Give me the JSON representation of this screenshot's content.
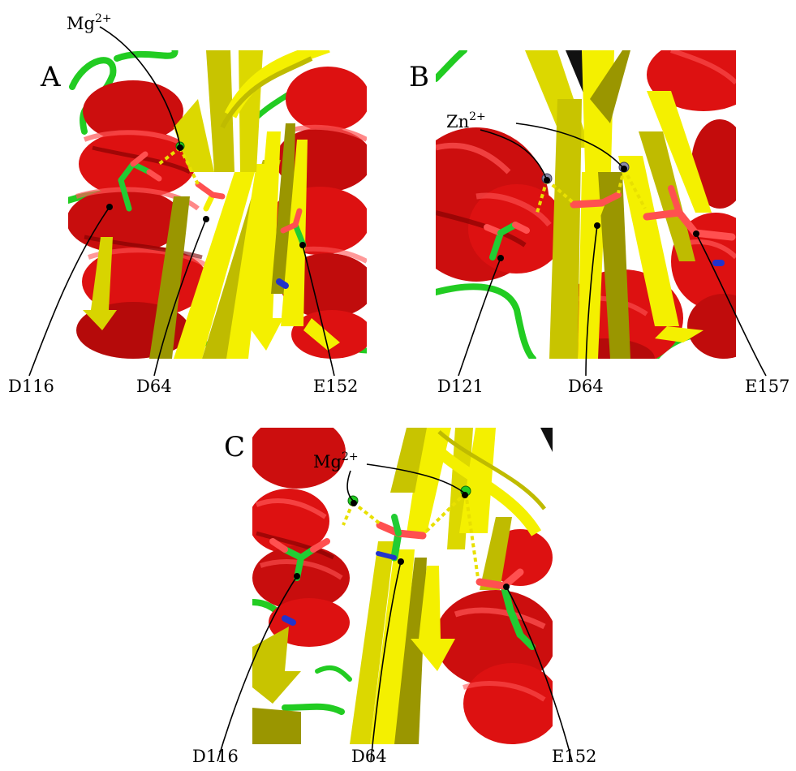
{
  "colors": {
    "helix": "#dd1111",
    "helix_dark": "#8a0000",
    "sheet": "#f4f000",
    "sheet_dark": "#9a9600",
    "loop": "#22cc22",
    "carbon": "#22cc33",
    "oxygen": "#ff5050",
    "nitrogen": "#2233cc",
    "zinc": "#8a8aa8",
    "hbond": "#e8e000"
  },
  "panels": [
    {
      "letter": "A",
      "ion": {
        "element": "Mg",
        "charge": "2+"
      },
      "residues": [
        "D116",
        "D64",
        "E152"
      ]
    },
    {
      "letter": "B",
      "ion": {
        "element": "Zn",
        "charge": "2+"
      },
      "residues": [
        "D121",
        "D64",
        "E157"
      ]
    },
    {
      "letter": "C",
      "ion": {
        "element": "Mg",
        "charge": "2+"
      },
      "residues": [
        "D116",
        "D64",
        "E152"
      ]
    }
  ]
}
